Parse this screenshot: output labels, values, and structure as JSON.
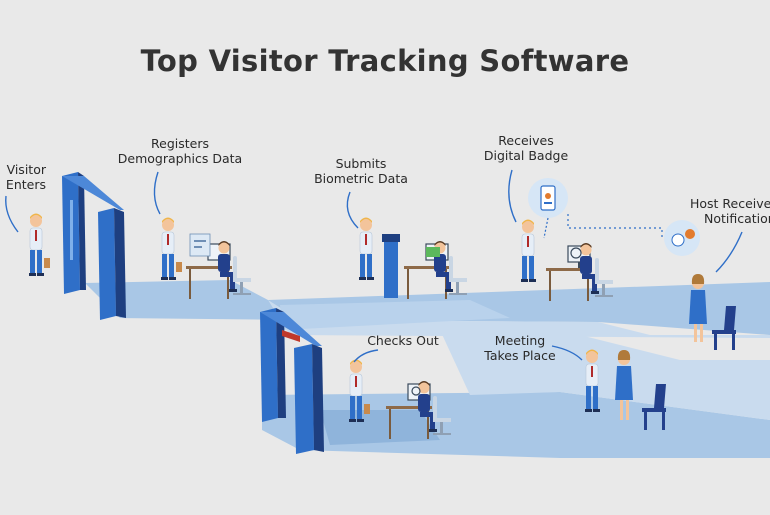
{
  "title": "Top Visitor Tracking Software",
  "colors": {
    "background": "#e9e9e9",
    "path_primary": "#a9c7e6",
    "path_secondary": "#c9dbee",
    "gate_blue": "#2f6fc8",
    "gate_dark": "#1e3f80",
    "skin": "#f3c49b",
    "shirt": "#e6eef7",
    "hair": "#f0b54a",
    "navy": "#23408c",
    "title_text": "#333333"
  },
  "steps": [
    {
      "id": "visitor-enters",
      "label_line1": "Visitor",
      "label_line2": "Enters"
    },
    {
      "id": "registers-demographics",
      "label_line1": "Registers",
      "label_line2": "Demographics Data"
    },
    {
      "id": "submits-biometric",
      "label_line1": "Submits",
      "label_line2": "Biometric Data"
    },
    {
      "id": "receives-badge",
      "label_line1": "Receives",
      "label_line2": "Digital Badge"
    },
    {
      "id": "host-notification",
      "label_line1": "Host Receive",
      "label_line2": "Notification"
    },
    {
      "id": "checks-out",
      "label_line1": "Checks Out",
      "label_line2": ""
    },
    {
      "id": "meeting",
      "label_line1": "Meeting",
      "label_line2": "Takes Place"
    }
  ],
  "icons": {
    "badge": "badge-phone-icon",
    "notification": "notification-bell-icon"
  }
}
